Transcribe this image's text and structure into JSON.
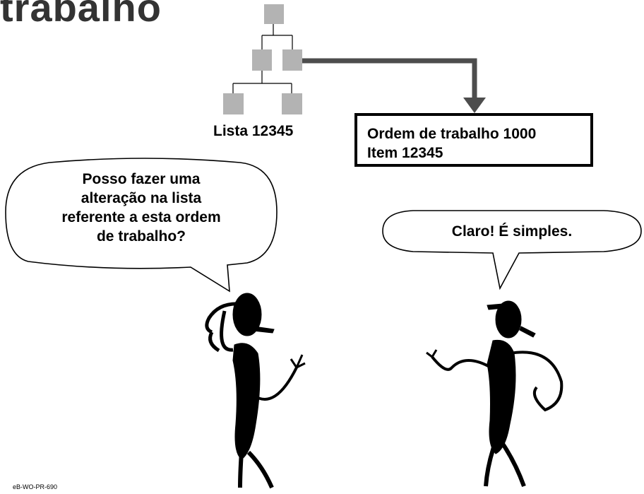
{
  "title": "trabalho",
  "tree": {
    "label": "Lista 12345"
  },
  "order": {
    "line1": "Ordem de trabalho 1000",
    "line2": "Item 12345"
  },
  "speech": {
    "left": [
      "Posso fazer uma",
      "alteração na lista",
      "referente a esta ordem",
      "de trabalho?"
    ],
    "right": "Claro! É simples."
  },
  "footer_code": "eB-WO-PR-690",
  "colors": {
    "node": "#b3b3b3",
    "arrow": "#4d4d4d",
    "figure": "#000000",
    "title": "#333333"
  }
}
